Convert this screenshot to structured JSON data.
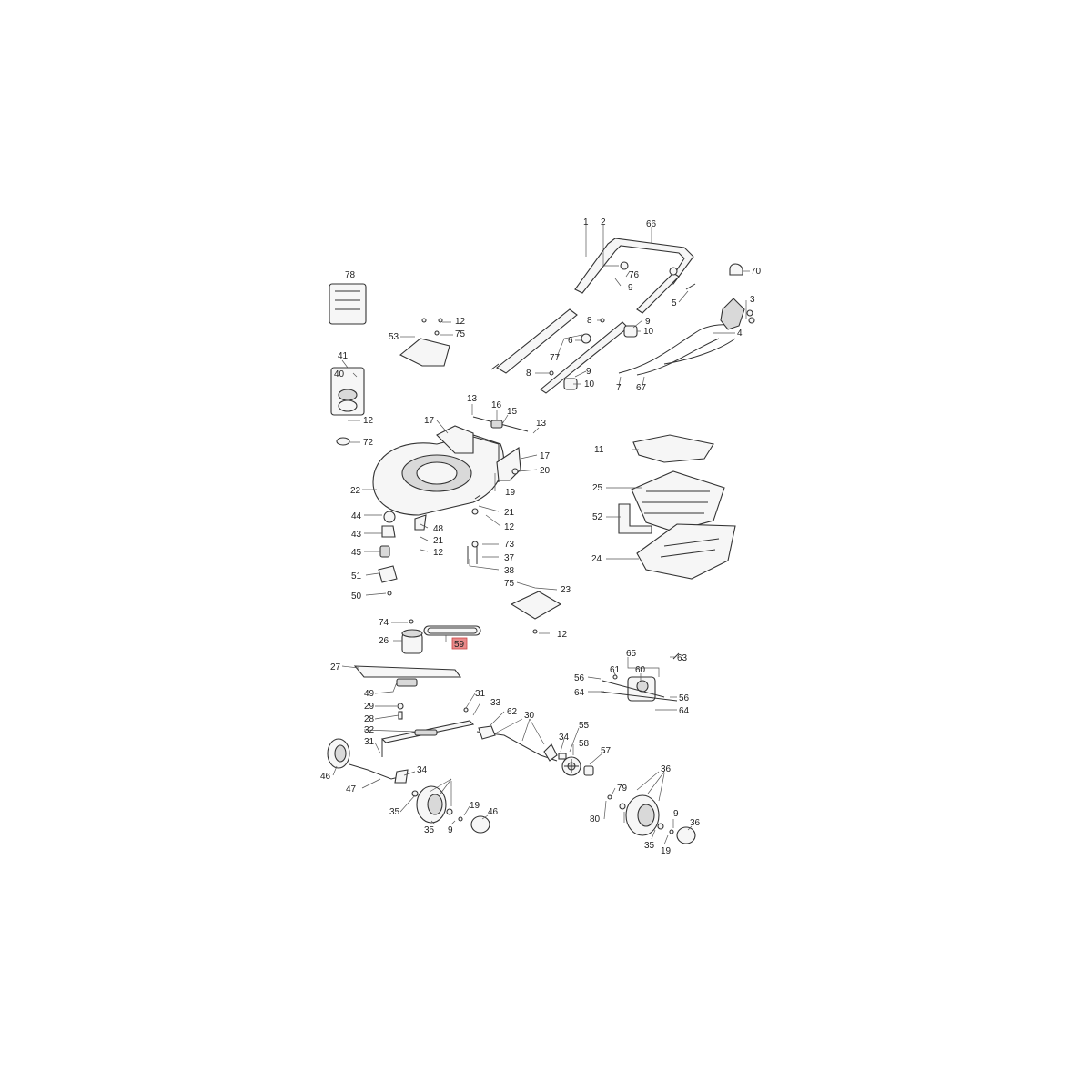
{
  "highlight": {
    "label": "59",
    "color": "#e88a8a"
  },
  "callouts": {
    "c1": "1",
    "c2": "2",
    "c66": "66",
    "c70": "70",
    "c76": "76",
    "c9a": "9",
    "c3": "3",
    "c5": "5",
    "c4": "4",
    "c8a": "8",
    "c9b": "9",
    "c10a": "10",
    "c6": "6",
    "c77": "77",
    "c8b": "8",
    "c9c": "9",
    "c10b": "10",
    "c7": "7",
    "c67": "67",
    "c78": "78",
    "c12a": "12",
    "c53": "53",
    "c75a": "75",
    "c41": "41",
    "c40": "40",
    "c12b": "12",
    "c72": "72",
    "c13a": "13",
    "c16": "16",
    "c15": "15",
    "c13b": "13",
    "c17a": "17",
    "c17b": "17",
    "c20": "20",
    "c11": "11",
    "c19": "19",
    "c22": "22",
    "c25": "25",
    "c21a": "21",
    "c52": "52",
    "c12c": "12",
    "c44": "44",
    "c48": "48",
    "c43": "43",
    "c21b": "21",
    "c12d": "12",
    "c45": "45",
    "c73": "73",
    "c37": "37",
    "c24": "24",
    "c38": "38",
    "c51": "51",
    "c75b": "75",
    "c23": "23",
    "c50": "50",
    "c74": "74",
    "c12e": "12",
    "c26": "26",
    "c59": "59",
    "c65": "65",
    "c63": "63",
    "c27": "27",
    "c61": "61",
    "c60": "60",
    "c56a": "56",
    "c64a": "64",
    "c56b": "56",
    "c64b": "64",
    "c49": "49",
    "c31a": "31",
    "c33": "33",
    "c29": "29",
    "c62": "62",
    "c30": "30",
    "c28": "28",
    "c55": "55",
    "c32": "32",
    "c34a": "34",
    "c31b": "31",
    "c58": "58",
    "c57": "57",
    "c46a": "46",
    "c34b": "34",
    "c36a": "36",
    "c47": "47",
    "c79": "79",
    "c35a": "35",
    "c19b": "19",
    "c46b": "46",
    "c80": "80",
    "c9d": "9",
    "c36b": "36",
    "c35b": "35",
    "c9e": "9",
    "c35c": "35",
    "c19c": "19"
  }
}
